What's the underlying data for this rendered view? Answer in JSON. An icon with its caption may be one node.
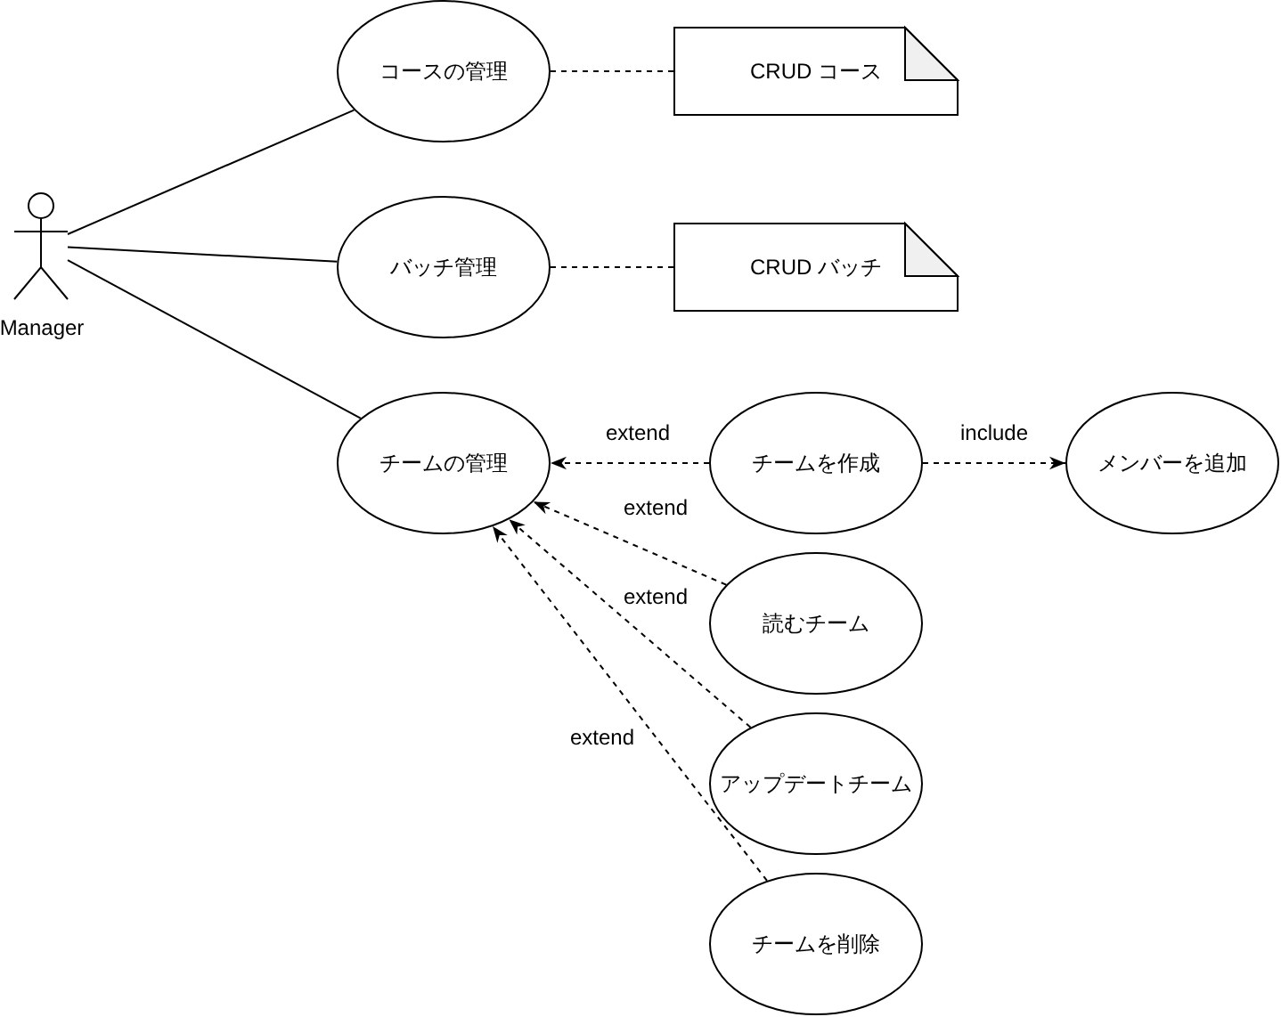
{
  "diagram": {
    "nodes": [
      {
        "text": [
          "Manager"
        ]
      },
      {
        "text": [
          "コースの管理"
        ]
      },
      {
        "text": [
          "CRUD コース"
        ]
      },
      {
        "text": [
          "バッチ管理"
        ]
      },
      {
        "text": [
          "CRUD バッチ"
        ]
      },
      {
        "text": [
          "チームの管理"
        ]
      },
      {
        "text": [
          "チームを作成"
        ]
      },
      {
        "text": [
          "メンバーを追加"
        ]
      },
      {
        "text": [
          "読むチーム"
        ]
      },
      {
        "text": [
          "アップデートチーム"
        ]
      },
      {
        "text": [
          "チームを削除"
        ]
      }
    ],
    "edges": [
      {
        "from": 0,
        "to": 1,
        "arrow": "none"
      },
      {
        "from": 0,
        "to": 3,
        "arrow": "none"
      },
      {
        "from": 0,
        "to": 5,
        "arrow": "none"
      },
      {
        "from": 1,
        "to": 2,
        "arrow": "none",
        "style": "dashed"
      },
      {
        "from": 3,
        "to": 4,
        "arrow": "none",
        "style": "dashed"
      },
      {
        "from": 6,
        "to": 5,
        "arrow": "to",
        "style": "dashed",
        "label": "extend"
      },
      {
        "from": 6,
        "to": 7,
        "arrow": "to",
        "style": "dashed",
        "label": "include"
      },
      {
        "from": 8,
        "to": 5,
        "arrow": "to",
        "style": "dashed",
        "label": "extend"
      },
      {
        "from": 9,
        "to": 5,
        "arrow": "to",
        "style": "dashed",
        "label": "extend"
      },
      {
        "from": 10,
        "to": 5,
        "arrow": "to",
        "style": "dashed",
        "label": "extend"
      }
    ]
  }
}
